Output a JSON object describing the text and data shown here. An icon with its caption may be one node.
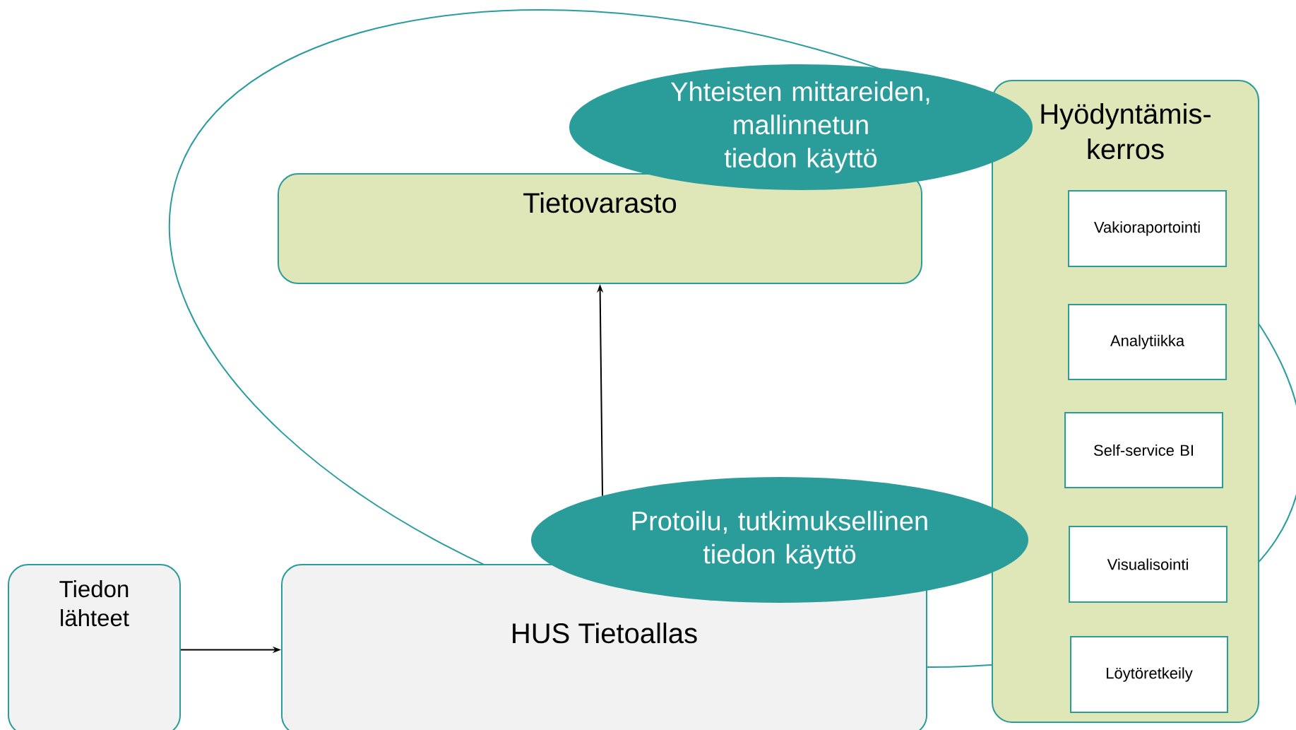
{
  "diagram": {
    "nodes": [
      {
        "text": [
          "Tiedon lähteet"
        ]
      },
      {
        "text": [
          "HUS Tietoallas"
        ]
      },
      {
        "text": [
          "Tietovarasto"
        ]
      },
      {
        "text": [
          "Hyödyntämis-kerros"
        ]
      },
      {
        "text": [
          "Vakioraportointi"
        ],
        "in": 3
      },
      {
        "text": [
          "Analytiikka"
        ],
        "in": 3
      },
      {
        "text": [
          "Self-service BI"
        ],
        "in": 3
      },
      {
        "text": [
          "Visualisointi"
        ],
        "in": 3
      },
      {
        "text": [
          "Löytöretkeily"
        ],
        "in": 3
      },
      {
        "text": [
          "Yhteisten mittareiden, mallinnetun tiedon käyttö"
        ]
      },
      {
        "text": [
          "Protoilu, tutkimuksellinen tiedon käyttö"
        ]
      }
    ],
    "edges": [
      {
        "from": 0,
        "to": 1,
        "arrow": "to"
      },
      {
        "from": 10,
        "to": 2,
        "arrow": "to"
      }
    ]
  }
}
